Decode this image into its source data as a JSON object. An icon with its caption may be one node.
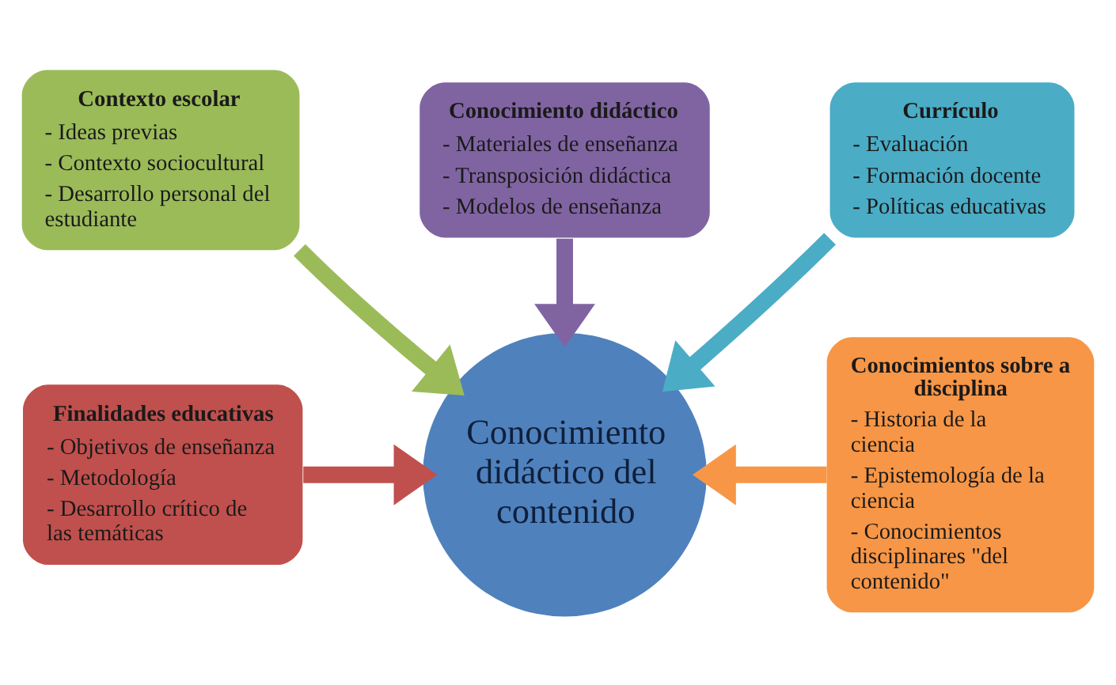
{
  "diagram": {
    "nodes": [
      {
        "text": [
          "Conocimiento didáctico",
          "- Materiales de enseñanza",
          "- Transposición didáctica",
          "- Modelos de enseñanza"
        ]
      },
      {
        "text": [
          "Contexto escolar",
          "- Ideas previas",
          "- Contexto sociocultural",
          "- Desarrollo personal del estudiante"
        ]
      },
      {
        "text": [
          "Currículo",
          "- Evaluación",
          "- Formación docente",
          "- Políticas educativas"
        ]
      },
      {
        "text": [
          "Finalidades educativas",
          "- Objetivos de enseñanza",
          "- Metodología",
          "- Desarrollo crítico de las temáticas"
        ]
      },
      {
        "text": [
          "Conocimiento didáctico del contenido"
        ]
      },
      {
        "text": [
          "Conocimientos sobre a disciplina",
          "- Historia de la ciencia",
          "- Epistemología de la ciencia",
          "- Conocimientos disciplinares \"del contenido\""
        ]
      }
    ],
    "edges": [
      {
        "from": 0,
        "to": 4,
        "arrow": "to",
        "color": "#8064a2"
      },
      {
        "from": 1,
        "to": 4,
        "arrow": "to",
        "color": "#9bbb59"
      },
      {
        "from": 2,
        "to": 4,
        "arrow": "to",
        "color": "#4bacc6"
      },
      {
        "from": 3,
        "to": 4,
        "arrow": "to",
        "color": "#c0504d"
      },
      {
        "from": 5,
        "to": 4,
        "arrow": "to",
        "color": "#f79646"
      }
    ]
  }
}
